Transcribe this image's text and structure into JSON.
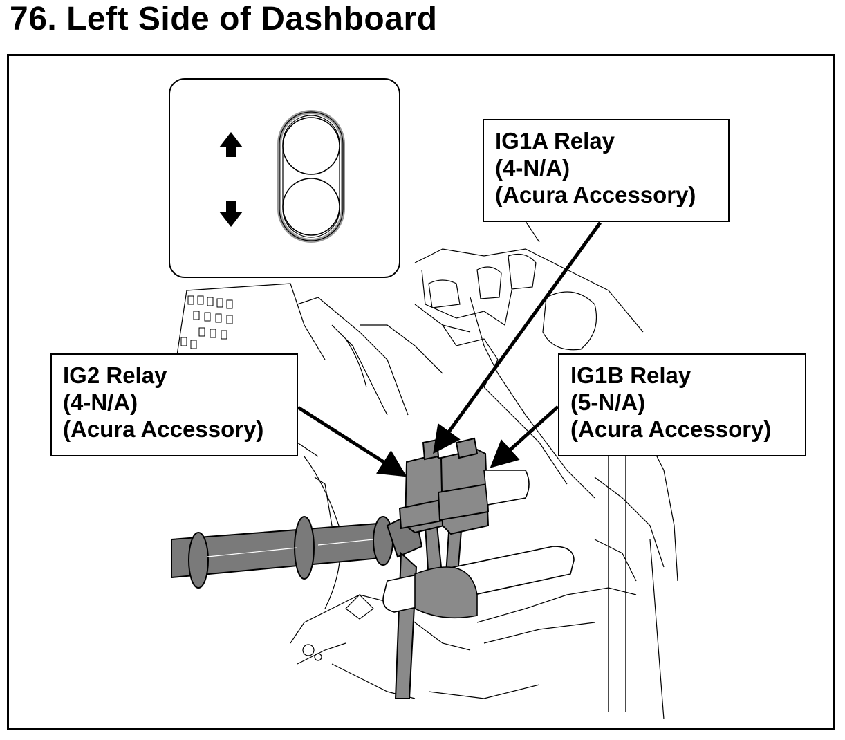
{
  "page": {
    "title": "76.  Left Side of Dashboard"
  },
  "orientation_inset": {
    "icons": [
      "up-arrow-icon",
      "down-arrow-icon"
    ]
  },
  "callouts": {
    "ig1a": {
      "line1": "IG1A Relay",
      "line2": "(4-N/A)",
      "line3": "(Acura Accessory)"
    },
    "ig2": {
      "line1": "IG2 Relay",
      "line2": "(4-N/A)",
      "line3": "(Acura Accessory)"
    },
    "ig1b": {
      "line1": "IG1B Relay",
      "line2": "(5-N/A)",
      "line3": "(Acura Accessory)"
    }
  },
  "colors": {
    "line": "#000000",
    "relay_fill": "#8a8a8a",
    "harness_fill": "#7a7a7a",
    "inset_ring": "#9a9a9a"
  }
}
